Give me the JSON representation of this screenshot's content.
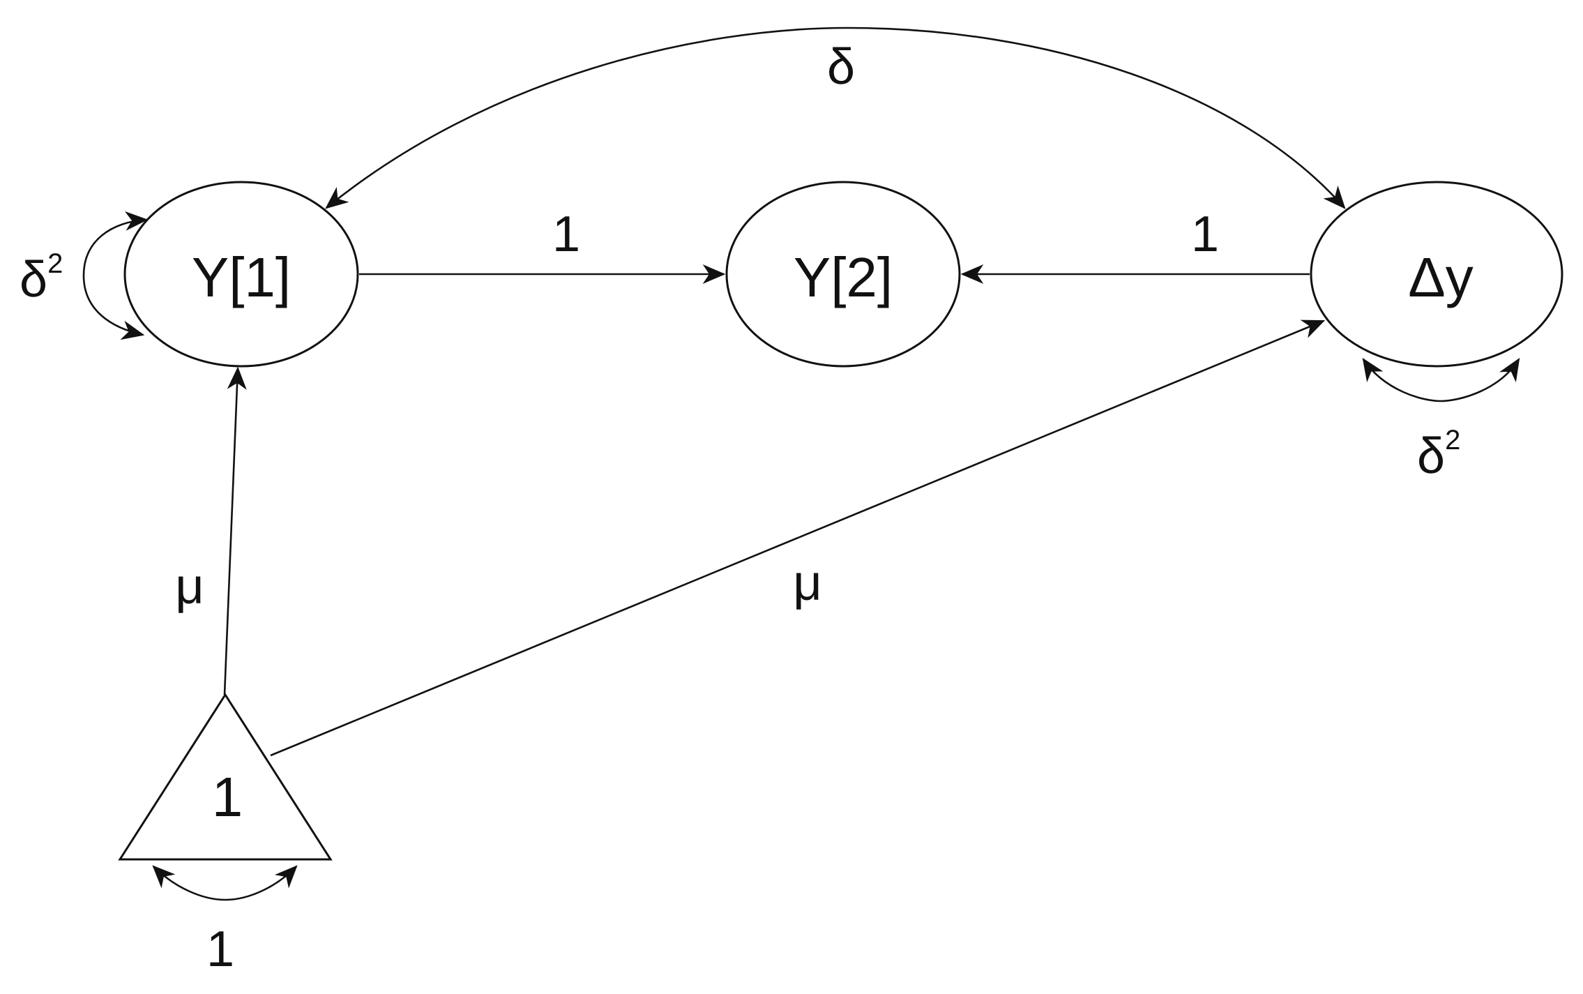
{
  "nodes": {
    "y1": {
      "label": "Y[1]"
    },
    "y2": {
      "label": "Y[2]"
    },
    "dy": {
      "label": "Δy"
    },
    "const": {
      "label": "1"
    }
  },
  "edges": {
    "y1_to_y2": {
      "label": "1"
    },
    "dy_to_y2": {
      "label": "1"
    },
    "y1_dy_cov": {
      "label": "δ"
    },
    "const_to_y1": {
      "label": "μ"
    },
    "const_to_dy": {
      "label": "μ"
    }
  },
  "variances": {
    "y1": {
      "base": "δ",
      "sup": "2"
    },
    "dy": {
      "base": "δ",
      "sup": "2"
    },
    "const": {
      "label": "1"
    }
  }
}
